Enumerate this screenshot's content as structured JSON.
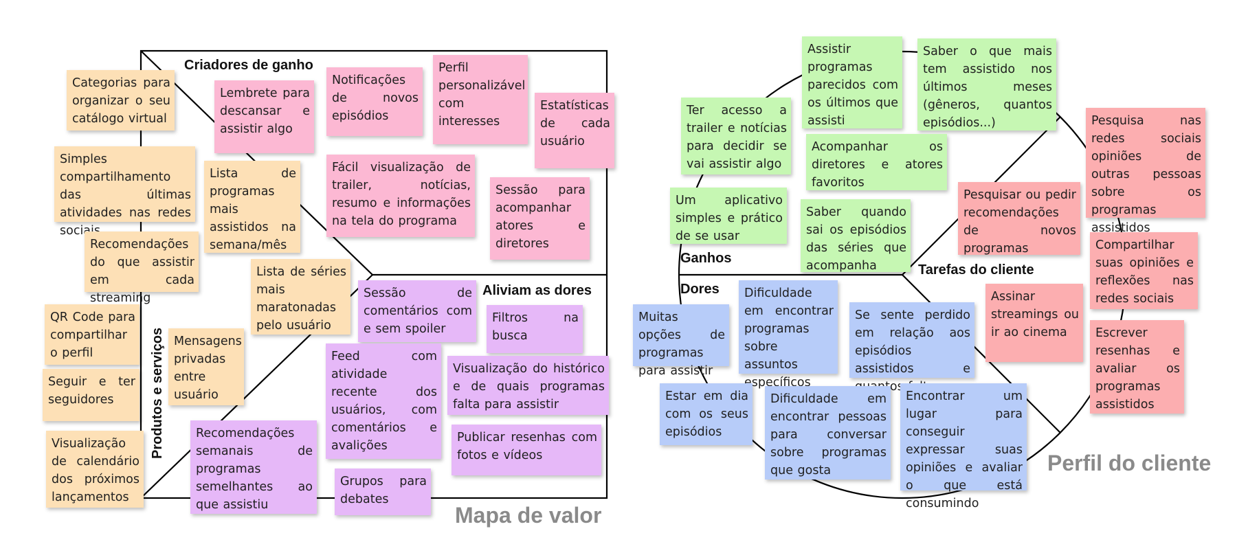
{
  "value_map": {
    "title": "Mapa de valor",
    "gain_creators_label": "Criadores de ganho",
    "pain_relievers_label": "Aliviam as dores",
    "products_label": "Produtos e serviços",
    "products": [
      "Categorias para organizar o seu catálogo virtual",
      "Simples compartilhamento das últimas atividades nas redes sociais",
      "Recomendações do que assistir em cada streaming",
      "QR Code para compartilhar o perfil",
      "Seguir e ter seguidores",
      "Visualização de calendário dos próximos lançamentos",
      "Lista de programas mais assistidos na semana/mês",
      "Lista de séries mais maratonadas pelo usuário",
      "Mensagens privadas entre usuário"
    ],
    "gain_creators": [
      "Lembrete para descansar e assistir algo",
      "Notificações de novos episódios",
      "Perfil personalizável com interesses",
      "Estatísticas de cada usuário",
      "Fácil visualização de trailer, notícias, resumo e informações na tela do programa",
      "Sessão para acompanhar atores e diretores"
    ],
    "pain_relievers": [
      "Sessão de comentários com e sem spoiler",
      "Filtros na busca",
      "Feed com atividade recente dos usuários, com comentários e avalições",
      "Visualização do histórico e de quais programas falta para assistir",
      "Publicar resenhas com fotos e vídeos",
      "Recomendações semanais de programas semelhantes ao que assistiu",
      "Grupos para debates"
    ]
  },
  "customer_profile": {
    "title": "Perfil do cliente",
    "gains_label": "Ganhos",
    "pains_label": "Dores",
    "jobs_label": "Tarefas do cliente",
    "gains": [
      "Assistir programas parecidos com os últimos que assisti",
      "Saber o que mais tem assistido nos últimos meses (gêneros, quantos episódios...)",
      "Ter acesso a trailer e notícias para decidir se vai assistir algo",
      "Acompanhar os diretores e atores favoritos",
      "Um aplicativo simples e prático de se usar",
      "Saber quando sai os episódios das séries que acompanha"
    ],
    "pains": [
      "Muitas opções de programas para assistir",
      "Dificuldade em encontrar programas sobre assuntos específicos",
      "Se sente perdido em relação aos episódios assistidos e quantos faltam",
      "Estar em dia com os seus episódios",
      "Dificuldade em encontrar pessoas para conversar sobre programas que gosta",
      "Encontrar um lugar para conseguir expressar suas opiniões e avaliar o que está consumindo"
    ],
    "jobs": [
      "Pesquisa nas redes sociais opiniões de outras pessoas sobre os programas assistidos",
      "Pesquisar ou pedir recomendações de novos programas",
      "Compartilhar suas opiniões e reflexões nas redes sociais",
      "Assinar streamings ou ir ao cinema",
      "Escrever resenhas e avaliar os programas assistidos"
    ]
  }
}
